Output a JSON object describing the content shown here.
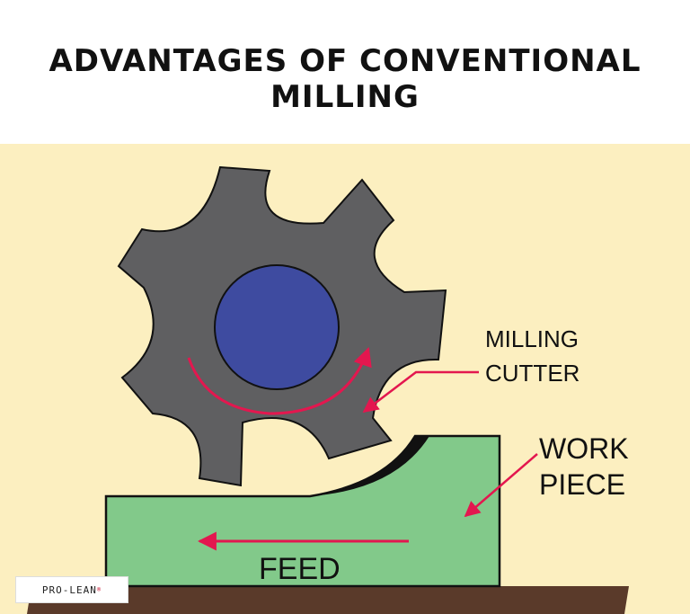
{
  "title": "ADVANTAGES OF CONVENTIONAL MILLING",
  "labels": {
    "milling_line1": "MILLING",
    "milling_line2": "CUTTER",
    "work_line1": "WORK",
    "work_line2": "PIECE",
    "feed": "FEED"
  },
  "logo": {
    "text": "PRO-LEAN",
    "mark": "®"
  },
  "colors": {
    "background_panel": "#fcefc0",
    "cutter": "#5f5f61",
    "hub": "#3e4ba0",
    "workpiece": "#82c98a",
    "arrow": "#e3174f",
    "chip": "#111111",
    "base": "#5a3a2a"
  }
}
